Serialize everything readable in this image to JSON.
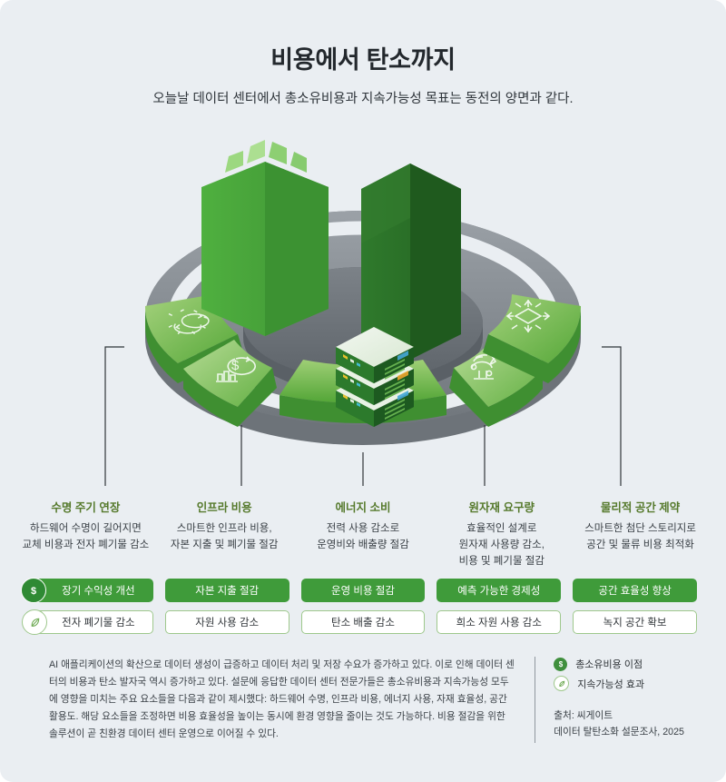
{
  "page": {
    "background_color": "#eaeef2",
    "accent_green": "#3f9b3a",
    "heading_green": "#55792b"
  },
  "header": {
    "title": "비용에서 탄소까지",
    "subtitle": "오늘날 데이터 센터에서 총소유비용과 지속가능성 목표는 동전의 양면과 같다."
  },
  "wheel": {
    "segments": [
      {
        "icon": "lifecycle-gear-icon",
        "name": "lifecycle"
      },
      {
        "icon": "infrastructure-dollar-icon",
        "name": "infrastructure"
      },
      {
        "icon": "energy-bolt-icon",
        "name": "energy"
      },
      {
        "icon": "materials-antenna-icon",
        "name": "materials"
      },
      {
        "icon": "space-compress-icon",
        "name": "space"
      }
    ],
    "center_icons": [
      "data-center-building-icon",
      "data-center-tower-icon",
      "server-rack-icon"
    ]
  },
  "categories": [
    {
      "title": "수명 주기 연장",
      "desc_lines": [
        "하드웨어 수명이 길어지면",
        "교체 비용과 전자 폐기물 감소"
      ]
    },
    {
      "title": "인프라 비용",
      "desc_lines": [
        "스마트한 인프라 비용,",
        "자본 지출 및 폐기물 절감"
      ]
    },
    {
      "title": "에너지 소비",
      "desc_lines": [
        "전력 사용 감소로",
        "운영비와 배출량 절감"
      ]
    },
    {
      "title": "원자재 요구량",
      "desc_lines": [
        "효율적인 설계로",
        "원자재 사용량 감소,",
        "비용 및 폐기물 절감"
      ]
    },
    {
      "title": "물리적 공간 제약",
      "desc_lines": [
        "스마트한 첨단 스토리지로",
        "공간 및 물류 비용 최적화"
      ]
    }
  ],
  "pills": {
    "cost_row": [
      "장기 수익성 개선",
      "자본 지출 절감",
      "운영 비용 절감",
      "예측 가능한 경제성",
      "공간 효율성 향상"
    ],
    "sustainability_row": [
      "전자 폐기물 감소",
      "자원 사용 감소",
      "탄소 배출 감소",
      "희소 자원 사용 감소",
      "녹지 공간 확보"
    ],
    "cost_badge_icon": "dollar-icon",
    "sustainability_badge_icon": "leaf-icon"
  },
  "footer": {
    "paragraph": "AI 애플리케이션의 확산으로 데이터 생성이 급증하고 데이터 처리 및 저장 수요가 증가하고 있다. 이로 인해 데이터 센터의 비용과 탄소 발자국 역시 증가하고 있다. 설문에 응답한 데이터 센터 전문가들은 총소유비용과 지속가능성 모두에 영향을 미치는 주요 요소들을 다음과 같이 제시했다: 하드웨어 수명, 인프라 비용, 에너지 사용, 자재 효율성, 공간 활용도. 해당 요소들을 조정하면 비용 효율성을 높이는 동시에 환경 영향을 줄이는 것도 가능하다. 비용 절감을 위한 솔루션이 곧 친환경 데이터 센터 운영으로 이어질 수 있다.",
    "legend": [
      {
        "icon": "dollar-icon",
        "label": "총소유비용 이점"
      },
      {
        "icon": "leaf-icon",
        "label": "지속가능성 효과"
      }
    ],
    "source_lines": [
      "출처: 씨게이트",
      "데이터 탈탄소화 설문조사, 2025"
    ]
  }
}
